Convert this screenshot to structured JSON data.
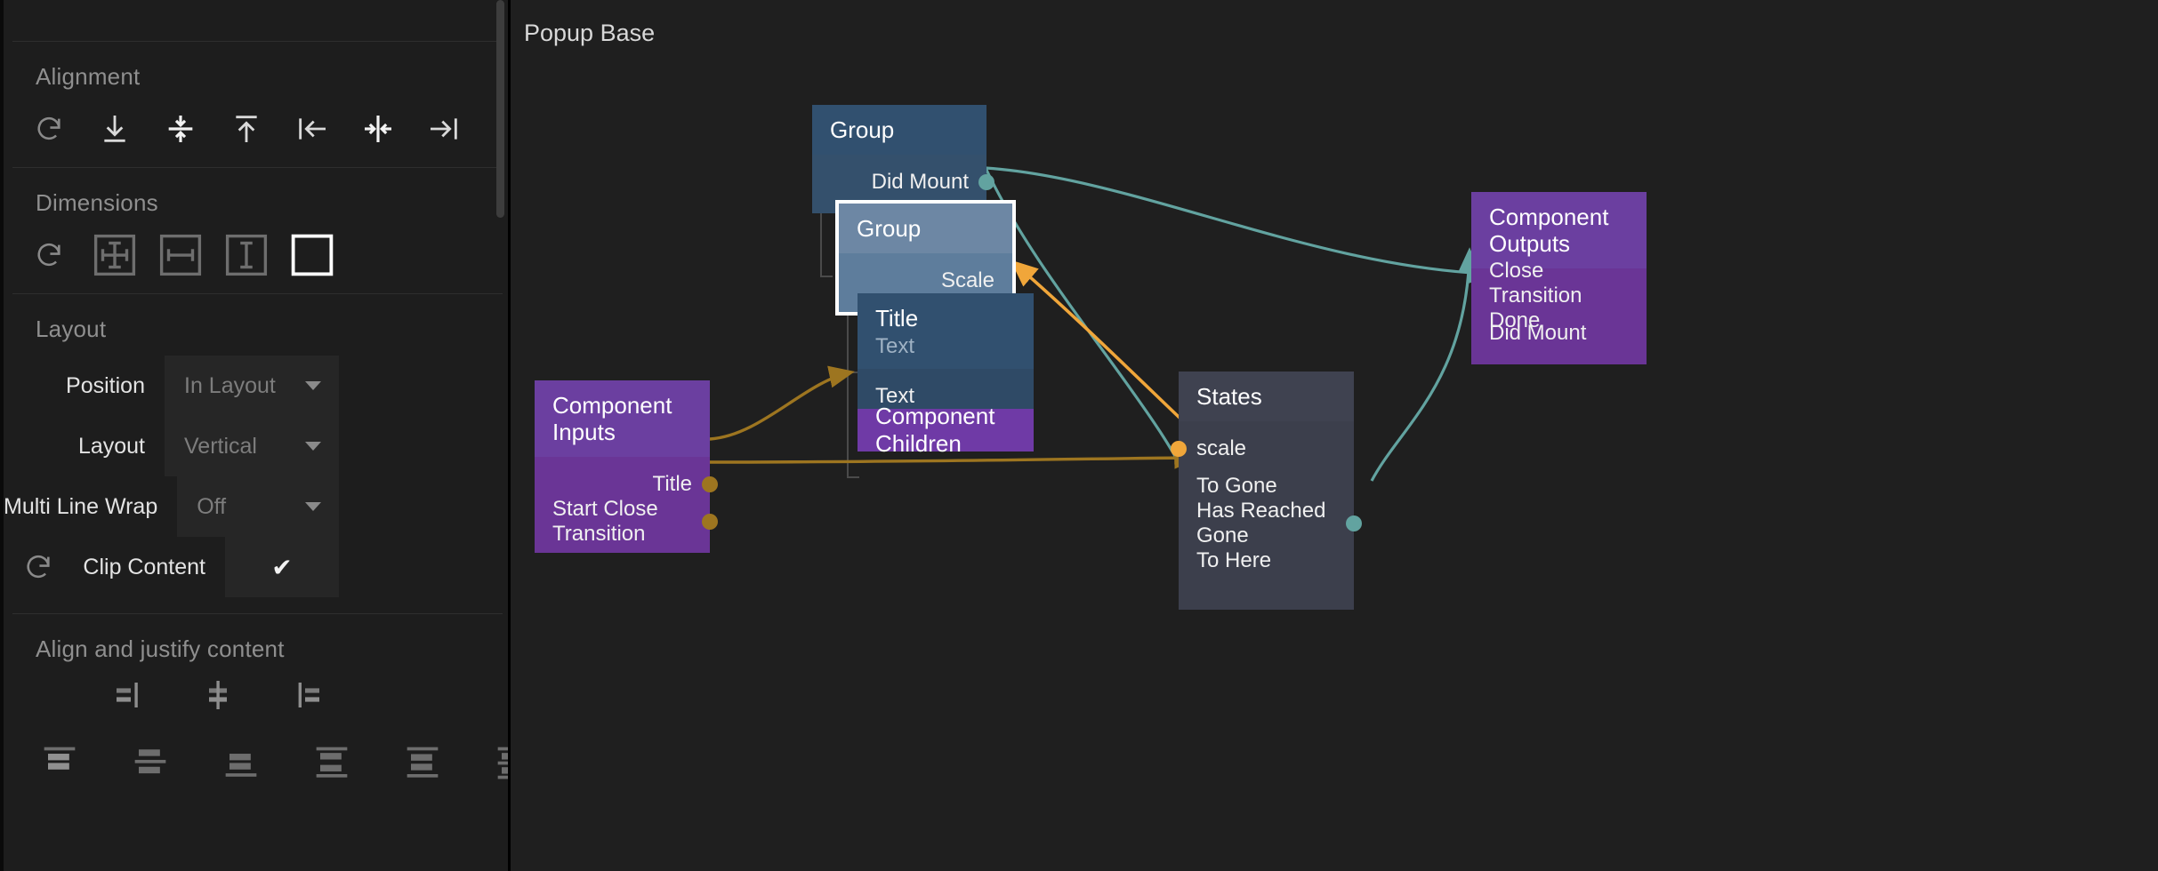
{
  "sidebar": {
    "sections": [
      {
        "title": "Alignment",
        "icons": [
          {
            "name": "reset-alignment-icon",
            "glyph": "reset"
          },
          {
            "name": "align-bottom-icon",
            "glyph": "align-bottom"
          },
          {
            "name": "align-vertical-center-icon",
            "glyph": "align-v-center"
          },
          {
            "name": "align-top-icon",
            "glyph": "align-top"
          },
          {
            "name": "align-left-icon",
            "glyph": "align-left"
          },
          {
            "name": "align-horizontal-center-icon",
            "glyph": "align-h-center"
          },
          {
            "name": "align-right-icon",
            "glyph": "align-right"
          }
        ]
      },
      {
        "title": "Dimensions",
        "icons": [
          {
            "name": "reset-dimensions-icon",
            "glyph": "reset"
          },
          {
            "name": "size-both-icon",
            "glyph": "size-both"
          },
          {
            "name": "size-width-icon",
            "glyph": "size-width"
          },
          {
            "name": "size-height-icon",
            "glyph": "size-height"
          },
          {
            "name": "size-fixed-icon",
            "glyph": "size-fixed",
            "selected": true
          }
        ]
      }
    ],
    "layout": {
      "title": "Layout",
      "fields": [
        {
          "label": "Position",
          "value": "In Layout",
          "type": "select",
          "reset": false
        },
        {
          "label": "Layout",
          "value": "Vertical",
          "type": "select",
          "reset": false
        },
        {
          "label": "Multi Line Wrap",
          "value": "Off",
          "type": "select",
          "reset": false
        },
        {
          "label": "Clip Content",
          "value": "✔",
          "type": "checkbox",
          "reset": true,
          "checked": true
        }
      ]
    },
    "align_justify": {
      "title": "Align and justify content",
      "row1": [
        {
          "name": "justify-start-icon"
        },
        {
          "name": "justify-center-icon"
        },
        {
          "name": "justify-end-icon"
        }
      ],
      "row2": [
        {
          "name": "align-content-start-icon"
        },
        {
          "name": "align-content-center-icon"
        },
        {
          "name": "align-content-end-icon"
        },
        {
          "name": "align-content-space-between-icon"
        },
        {
          "name": "align-content-space-around-icon"
        },
        {
          "name": "align-content-space-evenly-icon"
        }
      ]
    }
  },
  "canvas": {
    "title": "Popup Base",
    "nodes": {
      "group_root": {
        "title": "Group",
        "ports": [
          {
            "label": "Did Mount",
            "dir": "out",
            "color": "teal"
          }
        ]
      },
      "group_selected": {
        "title": "Group",
        "selected": true,
        "ports": [
          {
            "label": "Scale",
            "dir": "in",
            "color": "amber"
          }
        ]
      },
      "title_node": {
        "title": "Title",
        "subtitle": "Text",
        "ports": [
          {
            "label": "Text",
            "dir": "in",
            "color": "gold"
          }
        ]
      },
      "component_children": {
        "title": "Component Children"
      },
      "component_inputs": {
        "title": "Component Inputs",
        "ports": [
          {
            "label": "Title",
            "dir": "out",
            "color": "gold"
          },
          {
            "label": "Start Close Transition",
            "dir": "out",
            "color": "gold"
          }
        ]
      },
      "states": {
        "title": "States",
        "ports": [
          {
            "label": "scale",
            "dir": "in",
            "color": "amber"
          },
          {
            "label": "To Gone",
            "dir": "in",
            "color": "gold"
          },
          {
            "label": "Has Reached Gone",
            "dir": "out",
            "color": "teal"
          },
          {
            "label": "To Here",
            "dir": "in",
            "color": "teal"
          }
        ]
      },
      "component_outputs": {
        "title": "Component Outputs",
        "ports": [
          {
            "label": "Close Transition Done",
            "dir": "in",
            "color": "teal"
          },
          {
            "label": "Did Mount",
            "dir": "in",
            "color": "teal"
          }
        ]
      }
    }
  },
  "colors": {
    "canvas_bg": "#1f1f1f",
    "sidebar_bg": "#1d1d1d",
    "node_group_header": "#31506f",
    "node_group_body": "#34506c",
    "node_group_selected_header": "#6d87a4",
    "node_purple": "#6b3fa0",
    "node_states": "#3f4250",
    "wire_teal": "#62a3a0",
    "wire_amber": "#f0a63a",
    "wire_gold": "#9d7520",
    "selection_border": "#ffffff"
  }
}
